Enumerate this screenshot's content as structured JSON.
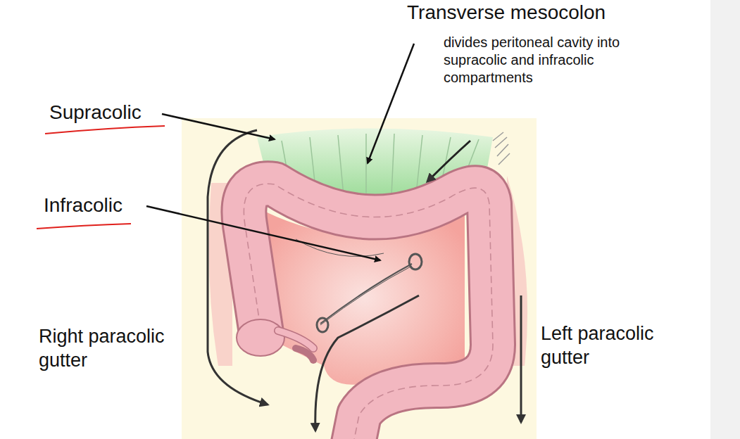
{
  "diagram": {
    "labels": [
      "Transverse mesocolon",
      "divides peritoneal cavity into supracolic and infracolic compartments",
      "Supracolic",
      "Infracolic",
      "Right paracolic gutter",
      "Left paracolic gutter"
    ]
  }
}
